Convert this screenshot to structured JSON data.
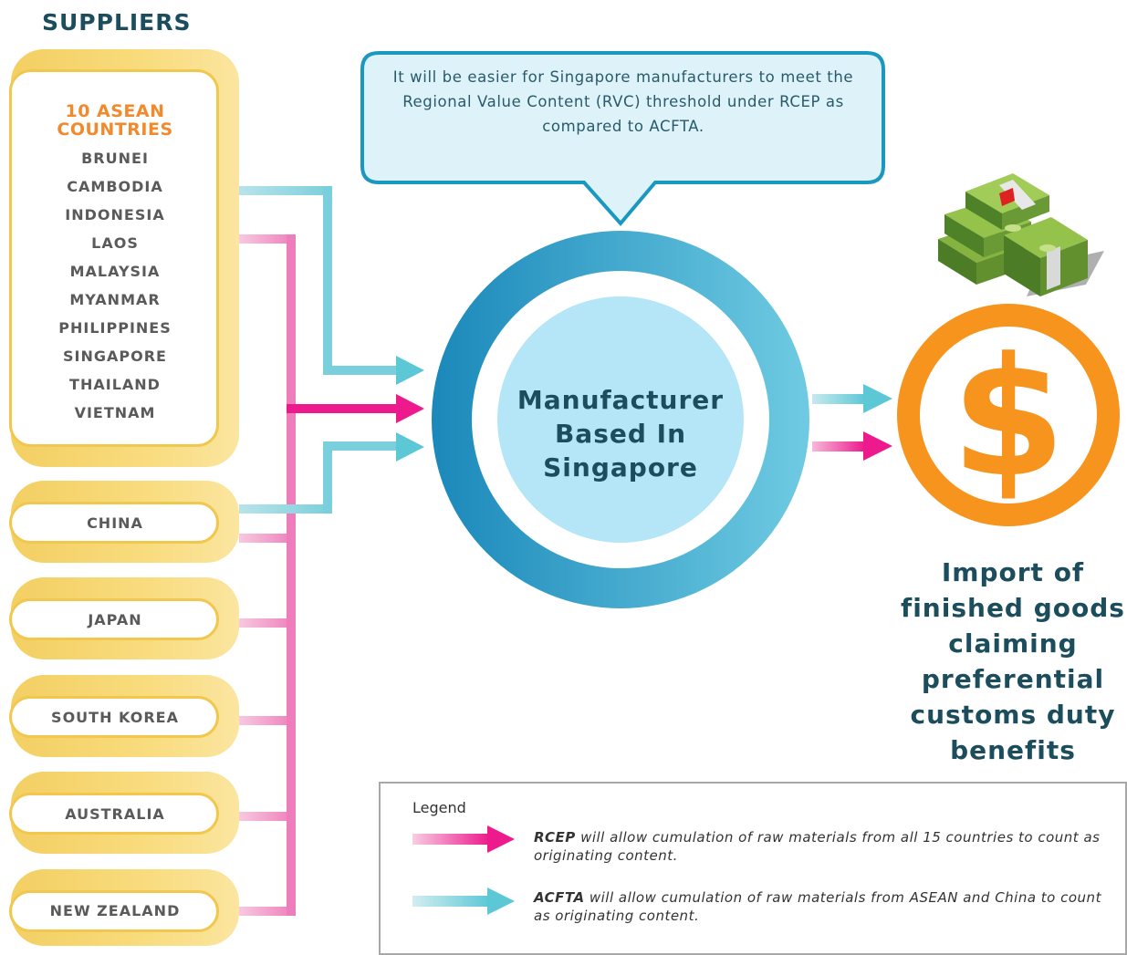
{
  "suppliers_title": "SUPPLIERS",
  "asean": {
    "heading": "10 ASEAN COUNTRIES",
    "countries": [
      "BRUNEI",
      "CAMBODIA",
      "INDONESIA",
      "LAOS",
      "MALAYSIA",
      "MYANMAR",
      "PHILIPPINES",
      "SINGAPORE",
      "THAILAND",
      "VIETNAM"
    ]
  },
  "other_suppliers": [
    "CHINA",
    "JAPAN",
    "SOUTH KOREA",
    "AUSTRALIA",
    "NEW ZEALAND"
  ],
  "callout": "It will be easier for Singapore manufacturers to meet the Regional Value Content (RVC) threshold under RCEP as compared to ACFTA.",
  "manufacturer": "Manufacturer Based In Singapore",
  "import_label": "Import of finished goods claiming preferential customs duty benefits",
  "legend": {
    "title": "Legend",
    "rcep_term": "RCEP",
    "rcep_text": " will allow cumulation of raw materials from all 15 countries to count as originating content.",
    "acfta_term": "ACFTA",
    "acfta_text": " will allow cumulation of raw materials from ASEAN and China to count as originating content."
  },
  "colors": {
    "rcep": "#ec1a8c",
    "acfta": "#5cc8d6",
    "ring": "#1a8fc0",
    "coin": "#f7941d",
    "supplier_frame": "#f3cf63"
  }
}
